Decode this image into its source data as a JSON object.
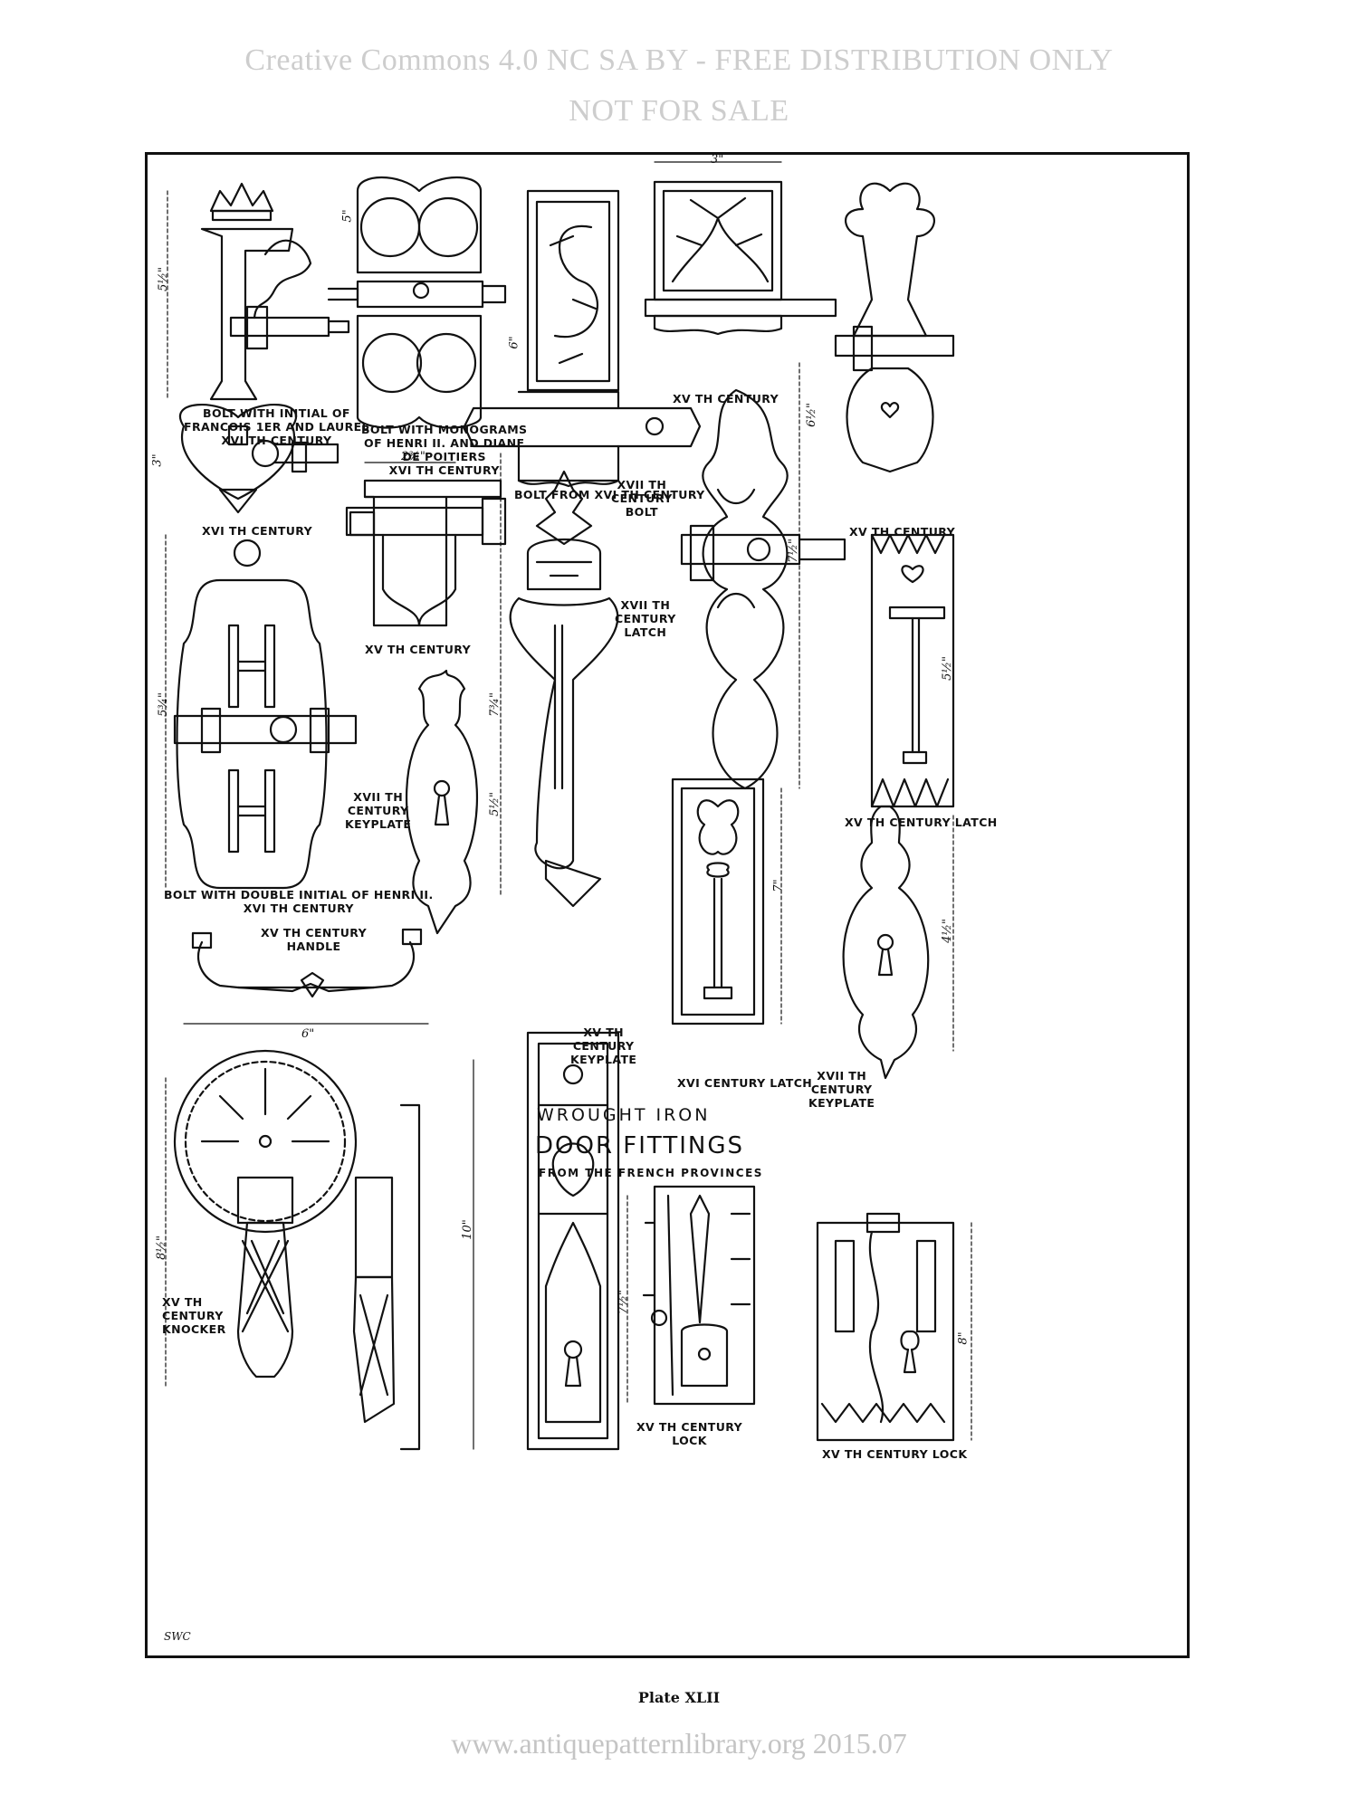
{
  "header": {
    "line1": "Creative Commons 4.0 NC SA BY - FREE DISTRIBUTION ONLY",
    "line2": "NOT FOR SALE"
  },
  "title": {
    "line1": "WROUGHT IRON",
    "line2": "DOOR FITTINGS",
    "line3": "FROM THE FRENCH PROVINCES"
  },
  "captions": {
    "bolt_francois": "BOLT WITH INITIAL OF\nFRANCOIS 1ER AND LAUREL\nXVI TH CENTURY",
    "bolt_henri_diane": "BOLT WITH MONOGRAMS\nOF HENRI II. AND DIANE\nDE POITIERS\nXVI TH CENTURY",
    "bolt_xvi": "BOLT FROM XVI TH CENTURY",
    "xv_century_top": "XV TH CENTURY",
    "xv_century_right": "XV TH CENTURY",
    "xvi_century_heart": "XVI TH CENTURY",
    "xv_century_mid": "XV TH CENTURY",
    "xvii_bolt": "XVII TH\nCENTURY\nBOLT",
    "xvii_latch": "XVII TH\nCENTURY\nLATCH",
    "xvii_keyplate_left": "XVII TH\nCENTURY\nKEYPLATE",
    "bolt_henri_double": "BOLT WITH DOUBLE INITIAL OF HENRI II.\nXVI TH CENTURY",
    "xv_latch": "XV TH CENTURY LATCH",
    "xv_handle": "XV TH CENTURY\nHANDLE",
    "xv_keyplate": "XV TH\nCENTURY\nKEYPLATE",
    "xvi_latch": "XVI CENTURY LATCH",
    "xvii_keyplate_right": "XVII TH\nCENTURY\nKEYPLATE",
    "xv_knocker": "XV TH\nCENTURY\nKNOCKER",
    "xv_lock_mid": "XV TH CENTURY\nLOCK",
    "xv_lock_right": "XV TH CENTURY LOCK"
  },
  "dimensions": {
    "d1": "5½\"",
    "d2": "5\"",
    "d3": "6\"",
    "d4": "3\"",
    "d5": "6½\"",
    "d6": "3\"",
    "d7": "2¾\"",
    "d8": "7½\"",
    "d9": "5¾\"",
    "d10": "7¾\"",
    "d11": "5½\"",
    "d12": "5½\"",
    "d13": "6\"",
    "d14": "7\"",
    "d15": "4½\"",
    "d16": "8½\"",
    "d17": "10\"",
    "d18": "7½\"",
    "d19": "8\""
  },
  "signature": "SWC",
  "plate_number": "Plate XLII",
  "footer": "www.antiquepatternlibrary.org 2015.07"
}
